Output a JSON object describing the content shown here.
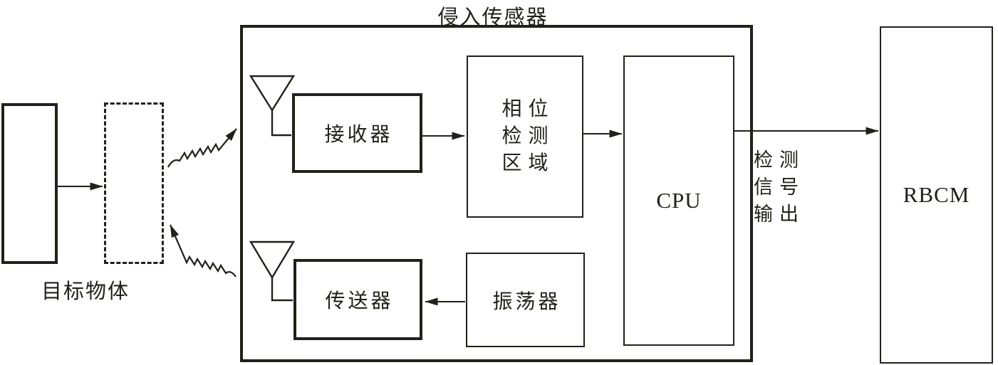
{
  "diagram": {
    "title": "侵入传感器",
    "colors": {
      "line": "#21201a",
      "background": "#ffffff"
    },
    "nodes": {
      "target": {
        "label": "目标物体"
      },
      "receiver": {
        "label": "接收器"
      },
      "phase_detector": {
        "lines": [
          "相位",
          "检测",
          "区域"
        ]
      },
      "cpu": {
        "label": "CPU"
      },
      "transmitter": {
        "label": "传送器"
      },
      "oscillator": {
        "label": "振荡器"
      },
      "rbcm": {
        "label": "RBCM"
      }
    },
    "labels": {
      "output_signal": {
        "lines": [
          "检测",
          "信号",
          "输出"
        ]
      }
    },
    "edges": [
      {
        "from": "target-object",
        "to": "reflection-zone",
        "style": "arrow"
      },
      {
        "from": "reflection-zone",
        "to": "receive-antenna",
        "style": "zigzag-wave-arrow"
      },
      {
        "from": "transmit-antenna",
        "to": "reflection-zone",
        "style": "zigzag-wave-arrow"
      },
      {
        "from": "receiver",
        "to": "phase-detector",
        "style": "arrow"
      },
      {
        "from": "phase-detector",
        "to": "cpu",
        "style": "arrow"
      },
      {
        "from": "cpu",
        "to": "rbcm",
        "style": "arrow",
        "label": "检测信号输出"
      },
      {
        "from": "oscillator",
        "to": "transmitter",
        "style": "arrow"
      }
    ]
  }
}
